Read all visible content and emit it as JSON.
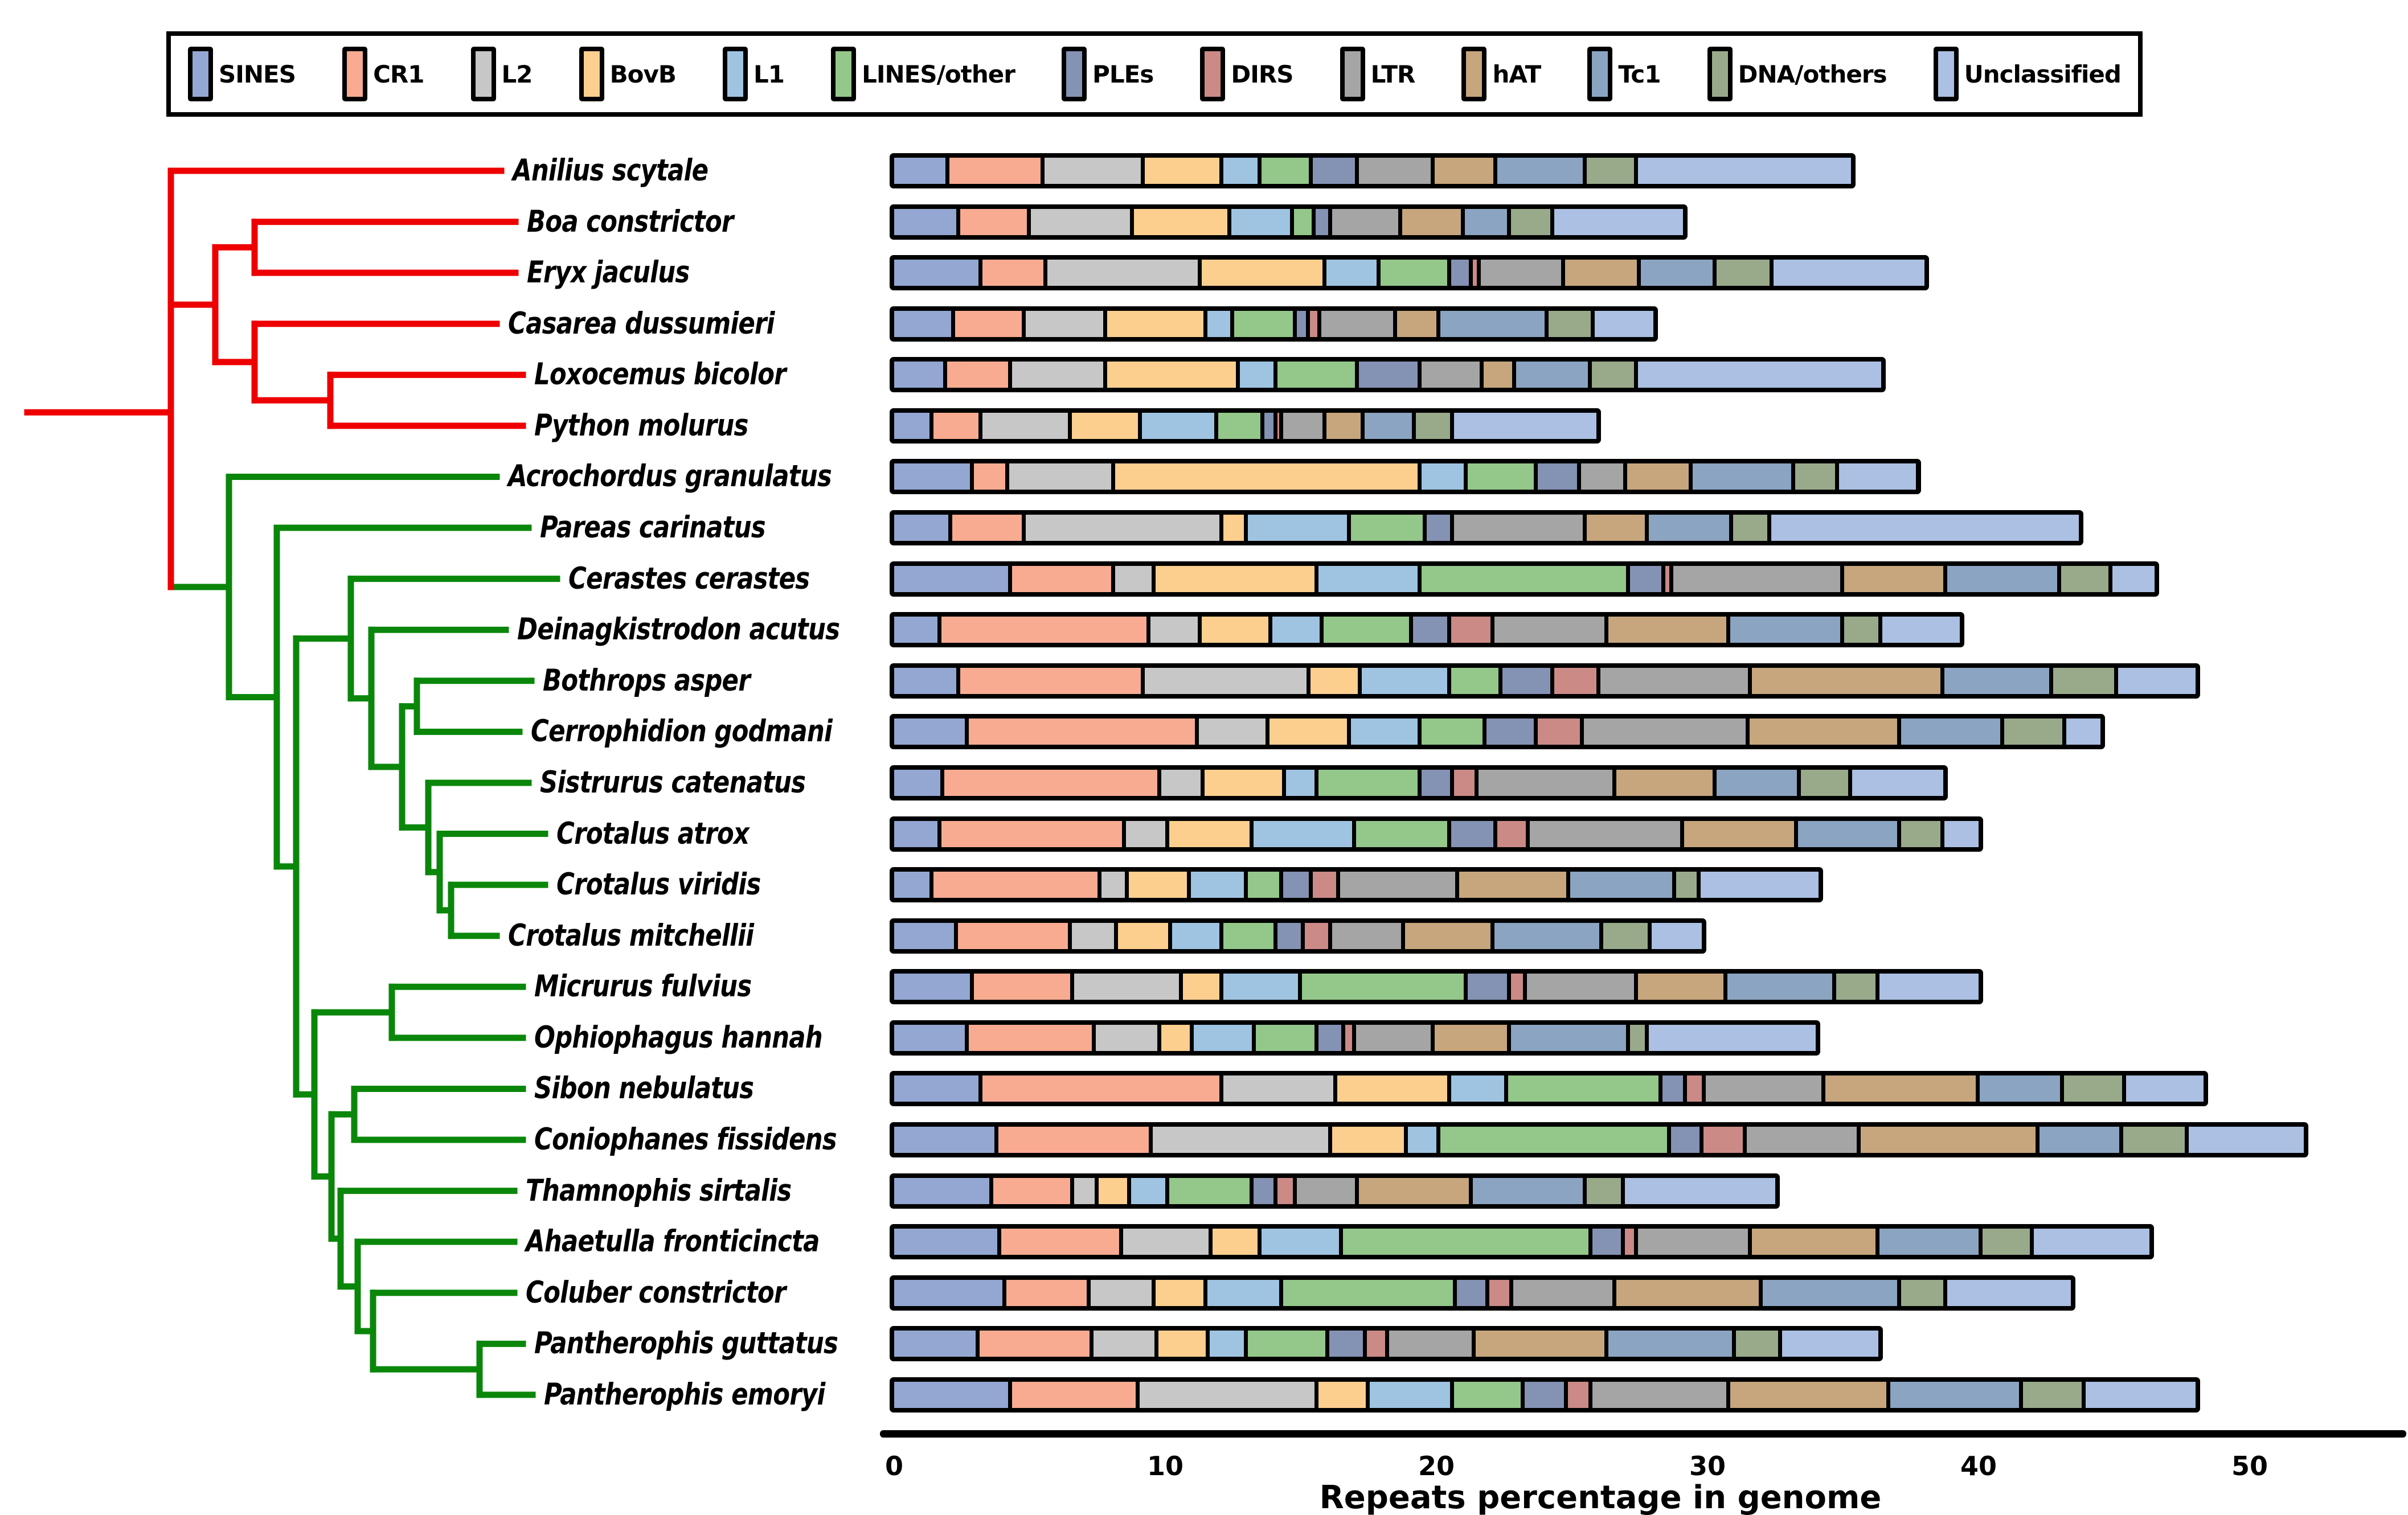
{
  "legend": {
    "items": [
      {
        "label": "SINES",
        "color": "#93a7d2"
      },
      {
        "label": "CR1",
        "color": "#f8ab91"
      },
      {
        "label": "L2",
        "color": "#c7c7c7"
      },
      {
        "label": "BovB",
        "color": "#fccf8f"
      },
      {
        "label": "L1",
        "color": "#9fc4e2"
      },
      {
        "label": "LINES/other",
        "color": "#94c78a"
      },
      {
        "label": "PLEs",
        "color": "#8492b3"
      },
      {
        "label": "DIRS",
        "color": "#cb8a86"
      },
      {
        "label": "LTR",
        "color": "#a5a5a5"
      },
      {
        "label": "hAT",
        "color": "#c7a67d"
      },
      {
        "label": "Tc1",
        "color": "#8ba4c2"
      },
      {
        "label": "DNA/others",
        "color": "#99aa8b"
      },
      {
        "label": "Unclassified",
        "color": "#abc0e2"
      }
    ]
  },
  "chart_data": {
    "type": "bar",
    "orientation": "horizontal-stacked",
    "xlabel": "Repeats percentage in genome",
    "x_ticks": [
      0,
      10,
      20,
      30,
      40,
      50
    ],
    "xlim": [
      0,
      56
    ],
    "grid": false,
    "categories": [
      "SINES",
      "CR1",
      "L2",
      "BovB",
      "L1",
      "LINES/other",
      "PLEs",
      "DIRS",
      "LTR",
      "hAT",
      "Tc1",
      "DNA/others",
      "Unclassified"
    ],
    "colors": [
      "#93a7d2",
      "#f8ab91",
      "#c7c7c7",
      "#fccf8f",
      "#9fc4e2",
      "#94c78a",
      "#8492b3",
      "#cb8a86",
      "#a5a5a5",
      "#c7a67d",
      "#8ba4c2",
      "#99aa8b",
      "#abc0e2"
    ],
    "clade_colors": {
      "red": "#ee0000",
      "green": "#0a870a"
    },
    "species": [
      {
        "name": "Anilius scytale",
        "clade": "red",
        "values": [
          1.9,
          3.5,
          3.7,
          2.9,
          1.4,
          1.9,
          1.7,
          0,
          2.8,
          2.3,
          3.3,
          1.9,
          8.0
        ]
      },
      {
        "name": "Boa constrictor",
        "clade": "red",
        "values": [
          2.3,
          2.6,
          3.8,
          3.6,
          2.3,
          0.8,
          0.6,
          0,
          2.6,
          2.3,
          1.7,
          1.6,
          4.9
        ]
      },
      {
        "name": "Eryx jaculus",
        "clade": "red",
        "values": [
          3.1,
          2.4,
          5.7,
          4.6,
          2.0,
          2.6,
          0.8,
          0.3,
          3.1,
          2.8,
          2.8,
          2.1,
          5.7
        ]
      },
      {
        "name": "Casarea dussumieri",
        "clade": "red",
        "values": [
          2.1,
          2.6,
          3.0,
          3.7,
          1.0,
          2.3,
          0.5,
          0.4,
          2.8,
          1.6,
          4.0,
          1.7,
          2.3
        ]
      },
      {
        "name": "Loxocemus bicolor",
        "clade": "red",
        "values": [
          1.8,
          2.4,
          3.5,
          4.9,
          1.4,
          3.0,
          2.3,
          0,
          2.3,
          1.2,
          2.8,
          1.7,
          9.1
        ]
      },
      {
        "name": "Python molurus",
        "clade": "red",
        "values": [
          1.3,
          1.8,
          3.3,
          2.6,
          2.8,
          1.7,
          0.5,
          0.2,
          1.6,
          1.4,
          1.9,
          1.4,
          5.4
        ]
      },
      {
        "name": "Acrochordus granulatus",
        "clade": "green",
        "values": [
          2.8,
          1.3,
          3.9,
          11.3,
          1.7,
          2.6,
          1.6,
          0,
          1.7,
          2.4,
          3.8,
          1.6,
          3.0
        ]
      },
      {
        "name": "Pareas carinatus",
        "clade": "green",
        "values": [
          2.0,
          2.7,
          7.3,
          0.9,
          3.8,
          2.8,
          1.0,
          0,
          4.9,
          2.3,
          3.1,
          1.4,
          11.5
        ]
      },
      {
        "name": "Cerastes cerastes",
        "clade": "green",
        "values": [
          4.2,
          3.8,
          1.5,
          6.0,
          3.8,
          7.7,
          1.3,
          0.3,
          6.3,
          3.8,
          4.2,
          1.9,
          1.7
        ]
      },
      {
        "name": "Deinagkistrodon acutus",
        "clade": "green",
        "values": [
          1.6,
          7.7,
          1.9,
          2.6,
          1.9,
          3.3,
          1.4,
          1.6,
          4.2,
          4.5,
          4.2,
          1.4,
          3.0
        ]
      },
      {
        "name": "Bothrops asper",
        "clade": "green",
        "values": [
          2.3,
          6.8,
          6.1,
          1.9,
          3.3,
          1.9,
          1.9,
          1.7,
          5.6,
          7.1,
          4.0,
          2.4,
          3.0
        ]
      },
      {
        "name": "Cerrophidion godmani",
        "clade": "green",
        "values": [
          2.6,
          8.5,
          2.6,
          3.0,
          2.6,
          2.4,
          1.9,
          1.7,
          6.1,
          5.6,
          3.8,
          2.3,
          1.4
        ]
      },
      {
        "name": "Sistrurus catenatus",
        "clade": "green",
        "values": [
          1.7,
          8.0,
          1.6,
          3.0,
          1.2,
          3.8,
          1.2,
          0.9,
          5.1,
          3.7,
          3.1,
          1.9,
          3.5
        ]
      },
      {
        "name": "Crotalus atrox",
        "clade": "green",
        "values": [
          1.6,
          6.8,
          1.6,
          3.1,
          3.8,
          3.5,
          1.7,
          1.2,
          5.7,
          4.2,
          3.8,
          1.6,
          1.4
        ]
      },
      {
        "name": "Crotalus viridis",
        "clade": "green",
        "values": [
          1.3,
          6.2,
          1.0,
          2.3,
          2.1,
          1.3,
          1.1,
          1.0,
          4.4,
          4.1,
          3.9,
          0.9,
          4.5
        ]
      },
      {
        "name": "Crotalus mitchellii",
        "clade": "green",
        "values": [
          2.2,
          4.2,
          1.7,
          2.0,
          1.9,
          2.0,
          1.0,
          1.0,
          2.7,
          3.3,
          4.0,
          1.8,
          2.0
        ]
      },
      {
        "name": "Micrurus fulvius",
        "clade": "green",
        "values": [
          2.8,
          3.7,
          4.0,
          1.5,
          2.9,
          6.1,
          1.6,
          0.6,
          4.1,
          3.3,
          4.0,
          1.6,
          3.8
        ]
      },
      {
        "name": "Ophiophagus hannah",
        "clade": "green",
        "values": [
          2.6,
          4.7,
          2.4,
          1.2,
          2.3,
          2.3,
          1.0,
          0.4,
          2.9,
          2.8,
          4.4,
          0.7,
          6.3
        ]
      },
      {
        "name": "Sibon nebulatus",
        "clade": "green",
        "values": [
          3.1,
          8.9,
          4.2,
          4.2,
          2.1,
          5.7,
          0.9,
          0.7,
          4.4,
          5.7,
          3.1,
          2.3,
          3.0
        ]
      },
      {
        "name": "Coniophanes fissidens",
        "clade": "green",
        "values": [
          3.7,
          5.7,
          6.6,
          2.8,
          1.2,
          8.5,
          1.2,
          1.6,
          4.2,
          6.6,
          3.1,
          2.4,
          4.4
        ]
      },
      {
        "name": "Thamnophis sirtalis",
        "clade": "green",
        "values": [
          3.5,
          3.0,
          0.9,
          1.2,
          1.4,
          3.1,
          0.9,
          0.7,
          2.3,
          4.2,
          4.2,
          1.4,
          5.7
        ]
      },
      {
        "name": "Ahaetulla fronticincta",
        "clade": "green",
        "values": [
          3.8,
          4.5,
          3.3,
          1.8,
          3.0,
          9.2,
          1.2,
          0.5,
          4.2,
          4.7,
          3.8,
          1.9,
          4.4
        ]
      },
      {
        "name": "Coluber constrictor",
        "clade": "green",
        "values": [
          4.0,
          3.1,
          2.4,
          1.9,
          2.8,
          6.4,
          1.2,
          0.9,
          3.8,
          5.4,
          5.1,
          1.7,
          4.7
        ]
      },
      {
        "name": "Pantherophis guttatus",
        "clade": "green",
        "values": [
          3.0,
          4.2,
          2.4,
          1.9,
          1.4,
          3.0,
          1.4,
          0.8,
          3.2,
          4.9,
          4.7,
          1.7,
          3.7
        ]
      },
      {
        "name": "Pantherophis emoryi",
        "clade": "green",
        "values": [
          4.2,
          4.7,
          6.6,
          1.9,
          3.1,
          2.6,
          1.6,
          0.9,
          5.1,
          5.9,
          4.9,
          2.3,
          4.2
        ]
      }
    ]
  },
  "tree": {
    "trunk_start_x": 48,
    "root": {
      "x": 300,
      "color": "#ee0000",
      "children": [
        {
          "x": 300,
          "color": "#ee0000",
          "children": [
            {
              "row": 0,
              "tip": 880,
              "color": "#ee0000"
            },
            {
              "x": 378,
              "color": "#ee0000",
              "children": [
                {
                  "x": 447,
                  "color": "#ee0000",
                  "children": [
                    {
                      "row": 1,
                      "tip": 905,
                      "color": "#ee0000"
                    },
                    {
                      "row": 2,
                      "tip": 905,
                      "color": "#ee0000"
                    }
                  ]
                },
                {
                  "x": 447,
                  "color": "#ee0000",
                  "children": [
                    {
                      "row": 3,
                      "tip": 872,
                      "color": "#ee0000"
                    },
                    {
                      "x": 580,
                      "color": "#ee0000",
                      "children": [
                        {
                          "row": 4,
                          "tip": 918,
                          "color": "#ee0000"
                        },
                        {
                          "row": 5,
                          "tip": 918,
                          "color": "#ee0000"
                        }
                      ]
                    }
                  ]
                }
              ]
            }
          ]
        },
        {
          "x": 402,
          "color": "#0a870a",
          "children": [
            {
              "row": 6,
              "tip": 872,
              "color": "#0a870a"
            },
            {
              "x": 486,
              "color": "#0a870a",
              "children": [
                {
                  "row": 7,
                  "tip": 928,
                  "color": "#0a870a"
                },
                {
                  "x": 520,
                  "color": "#0a870a",
                  "children": [
                    {
                      "x": 616,
                      "color": "#0a870a",
                      "children": [
                        {
                          "row": 8,
                          "tip": 978,
                          "color": "#0a870a"
                        },
                        {
                          "x": 652,
                          "color": "#0a870a",
                          "children": [
                            {
                              "row": 9,
                              "tip": 888,
                              "color": "#0a870a"
                            },
                            {
                              "x": 706,
                              "color": "#0a870a",
                              "children": [
                                {
                                  "x": 732,
                                  "color": "#0a870a",
                                  "children": [
                                    {
                                      "row": 10,
                                      "tip": 933,
                                      "color": "#0a870a"
                                    },
                                    {
                                      "row": 11,
                                      "tip": 912,
                                      "color": "#0a870a"
                                    }
                                  ]
                                },
                                {
                                  "x": 752,
                                  "color": "#0a870a",
                                  "children": [
                                    {
                                      "row": 12,
                                      "tip": 928,
                                      "color": "#0a870a"
                                    },
                                    {
                                      "x": 772,
                                      "color": "#0a870a",
                                      "children": [
                                        {
                                          "row": 13,
                                          "tip": 957,
                                          "color": "#0a870a"
                                        },
                                        {
                                          "x": 792,
                                          "color": "#0a870a",
                                          "children": [
                                            {
                                              "row": 14,
                                              "tip": 957,
                                              "color": "#0a870a"
                                            },
                                            {
                                              "row": 15,
                                              "tip": 872,
                                              "color": "#0a870a"
                                            }
                                          ]
                                        }
                                      ]
                                    }
                                  ]
                                }
                              ]
                            }
                          ]
                        }
                      ]
                    },
                    {
                      "x": 552,
                      "color": "#0a870a",
                      "children": [
                        {
                          "x": 688,
                          "color": "#0a870a",
                          "children": [
                            {
                              "row": 16,
                              "tip": 918,
                              "color": "#0a870a"
                            },
                            {
                              "row": 17,
                              "tip": 918,
                              "color": "#0a870a"
                            }
                          ]
                        },
                        {
                          "x": 582,
                          "color": "#0a870a",
                          "children": [
                            {
                              "x": 622,
                              "color": "#0a870a",
                              "children": [
                                {
                                  "row": 18,
                                  "tip": 918,
                                  "color": "#0a870a"
                                },
                                {
                                  "row": 19,
                                  "tip": 918,
                                  "color": "#0a870a"
                                }
                              ]
                            },
                            {
                              "x": 598,
                              "color": "#0a870a",
                              "children": [
                                {
                                  "row": 20,
                                  "tip": 903,
                                  "color": "#0a870a"
                                },
                                {
                                  "x": 628,
                                  "color": "#0a870a",
                                  "children": [
                                    {
                                      "row": 21,
                                      "tip": 903,
                                      "color": "#0a870a"
                                    },
                                    {
                                      "x": 655,
                                      "color": "#0a870a",
                                      "children": [
                                        {
                                          "row": 22,
                                          "tip": 903,
                                          "color": "#0a870a"
                                        },
                                        {
                                          "x": 842,
                                          "color": "#0a870a",
                                          "children": [
                                            {
                                              "row": 23,
                                              "tip": 918,
                                              "color": "#0a870a"
                                            },
                                            {
                                              "row": 24,
                                              "tip": 935,
                                              "color": "#0a870a"
                                            }
                                          ]
                                        }
                                      ]
                                    }
                                  ]
                                }
                              ]
                            }
                          ]
                        }
                      ]
                    }
                  ]
                }
              ]
            }
          ]
        }
      ]
    }
  }
}
